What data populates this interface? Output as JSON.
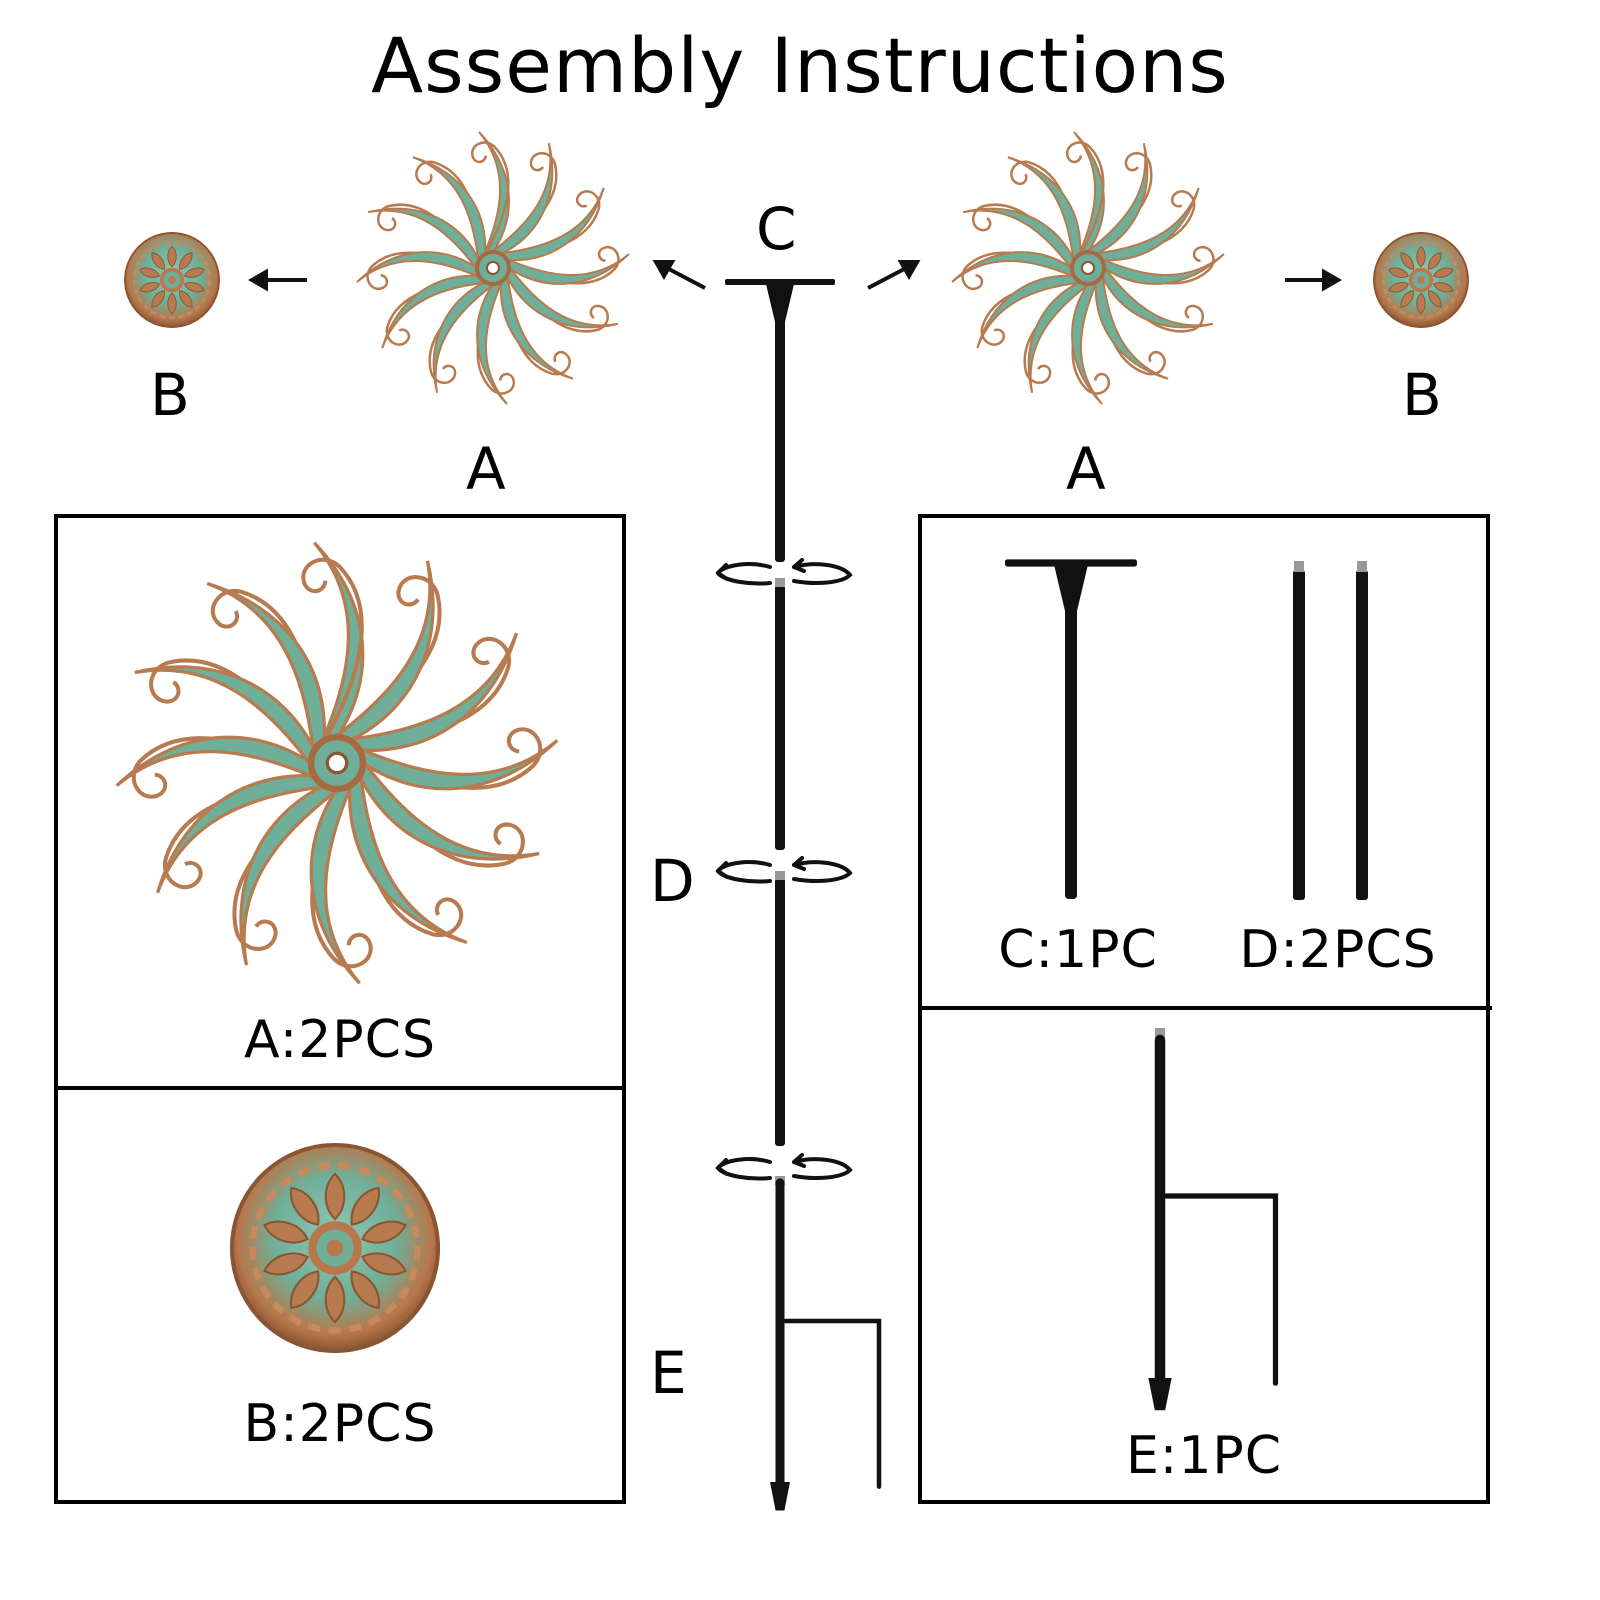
{
  "title": "Assembly Instructions",
  "labels": {
    "a_left": "A",
    "a_right": "A",
    "b_left": "B",
    "b_right": "B",
    "c": "C",
    "d": "D",
    "e": "E"
  },
  "parts": {
    "a": "A:2PCS",
    "b": "B:2PCS",
    "c": "C:1PC",
    "d": "D:2PCS",
    "e": "E:1PC"
  },
  "colors": {
    "copper": "#b87a4f",
    "verdigris": "#6fae98",
    "pole": "#111111",
    "frame": "#000000"
  },
  "icons": {
    "spinner": "pinwheel-spinner-icon",
    "cap": "medallion-cap-icon",
    "twist": "twist-arrows-icon"
  }
}
